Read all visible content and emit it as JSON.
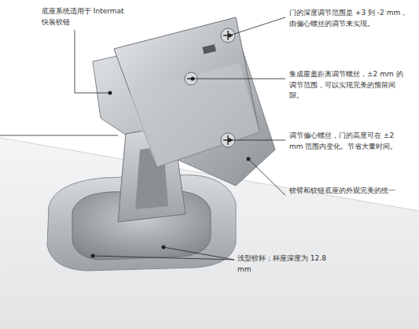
{
  "diagram": {
    "labels": [
      "底座系统适用于 Intermat 快装铰链",
      "门的深度调节范围是 +3 到 -2 mm，由偏心螺丝的调节来实现。",
      "集成覆盖距离调节螺丝，±2 mm 的调节范围，可以实现完美的预留间隙。",
      "调节偏心螺丝，门的高度可在 ±2 mm 范围内变化。节省大量时间。",
      "铰臂和铰链底座的外观完美的统一",
      "浅型铰杯；杯座深度为 12.8 mm"
    ]
  }
}
